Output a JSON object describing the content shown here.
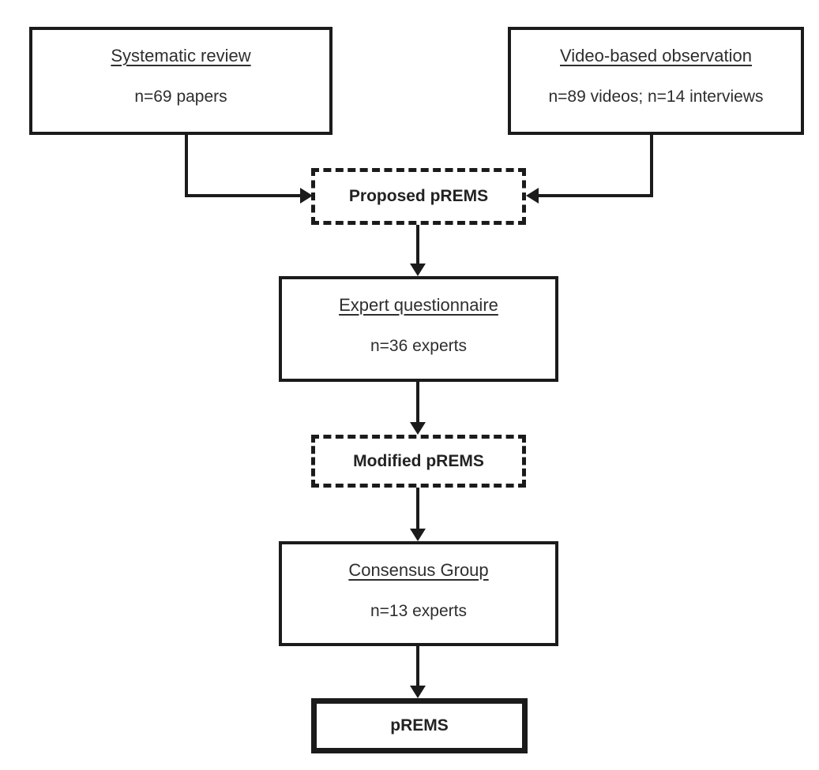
{
  "colors": {
    "line": "#1b1b1b",
    "text": "#2e2e2e",
    "background": "#ffffff"
  },
  "flowchart": {
    "sources": [
      {
        "id": "systematic-review",
        "title": "Systematic review",
        "detail": "n=69 papers"
      },
      {
        "id": "video-observation",
        "title": "Video-based observation",
        "detail": "n=89 videos; n=14 interviews"
      }
    ],
    "stages": [
      {
        "id": "proposed-prems",
        "label": "Proposed pREMS",
        "style": "dashed"
      },
      {
        "id": "expert-questionnaire",
        "title": "Expert questionnaire",
        "detail": "n=36 experts",
        "style": "solid"
      },
      {
        "id": "modified-prems",
        "label": "Modified pREMS",
        "style": "dashed"
      },
      {
        "id": "consensus-group",
        "title": "Consensus Group",
        "detail": "n=13 experts",
        "style": "solid"
      },
      {
        "id": "prems",
        "label": "pREMS",
        "style": "solid-thick"
      }
    ]
  }
}
